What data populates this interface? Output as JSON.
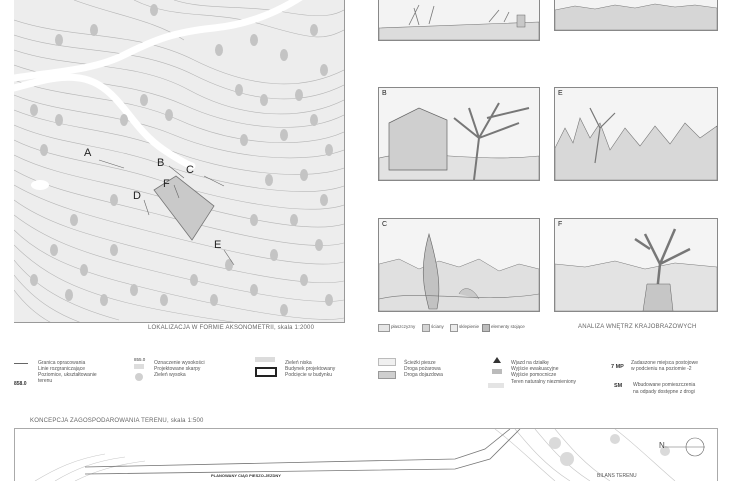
{
  "map": {
    "caption": "LOKALIZACJA W FORMIE AKSONOMETRII, skala 1:2000",
    "markers": [
      "A",
      "B",
      "C",
      "D",
      "E",
      "F"
    ]
  },
  "panels": {
    "b": "B",
    "c": "C",
    "e": "E",
    "f": "F"
  },
  "panel_legend": {
    "items": [
      "płaszczyzny",
      "ściany",
      "sklepienie",
      "elementy stojące"
    ]
  },
  "analysis_caption": "ANALIZA WNĘTRZ KRAJOBRAZOWYCH",
  "legend": {
    "col1": [
      "Granica opracowania",
      "Linie rozgraniczające",
      "Poziomice, ukształtowanie",
      "terenu"
    ],
    "col1_value": "858.0",
    "col2_value": "855.0",
    "col2": [
      "Oznaczenie wysokości",
      "Projektowane skarpy",
      "Zieleń wysoka"
    ],
    "col3": [
      "Zieleń niska",
      "Budynek projektowany",
      "Podcięcie w budynku"
    ],
    "col4": [
      "Ścieżki piesze",
      "Droga pożarowa",
      "Droga dojazdowa"
    ],
    "col5": [
      "Wjazd na działkę",
      "Wyjście ewakuacyjne",
      "Wyjście pomocnicze",
      "Teren naturalny niezmieniony"
    ],
    "col6_code1": "7 MP",
    "col6_text1": [
      "Zadaszone miejsca postojowe",
      "w podcieniu na poziomie -2"
    ],
    "col6_code2": "SM",
    "col6_text2": [
      "Wbudowane pomieszczenia",
      "na odpady dostępne z drogi"
    ]
  },
  "concept": {
    "caption": "KONCEPCJA ZAGOSPODAROWANIA TERENU, skala 1:500",
    "north": "N",
    "path_label": "PLANOWANY CIĄG PIESZO-JEZDNY",
    "right_label": "BILANS TERENU"
  }
}
